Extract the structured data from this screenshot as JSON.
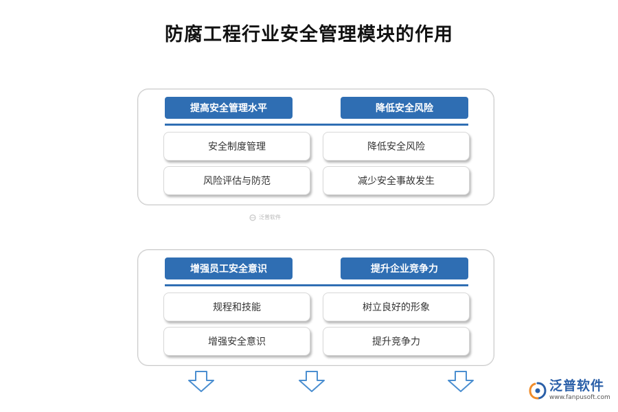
{
  "title": "防腐工程行业安全管理模块的作用",
  "panels": [
    {
      "left_header": "提高安全管理水平",
      "right_header": "降低安全风险",
      "items": [
        [
          "安全制度管理",
          "降低安全风险"
        ],
        [
          "风险评估与防范",
          "减少安全事故发生"
        ]
      ]
    },
    {
      "left_header": "增强员工安全意识",
      "right_header": "提升企业竞争力",
      "items": [
        [
          "规程和技能",
          "树立良好的形象"
        ],
        [
          "增强安全意识",
          "提升竞争力"
        ]
      ]
    }
  ],
  "watermark": {
    "text": "泛普软件"
  },
  "brand": {
    "name": "泛普软件",
    "url": "www.fanpusoft.com"
  },
  "colors": {
    "accent": "#2f6eb3",
    "arrow": "#4a8ed0",
    "logo_orange": "#f08c2a"
  }
}
